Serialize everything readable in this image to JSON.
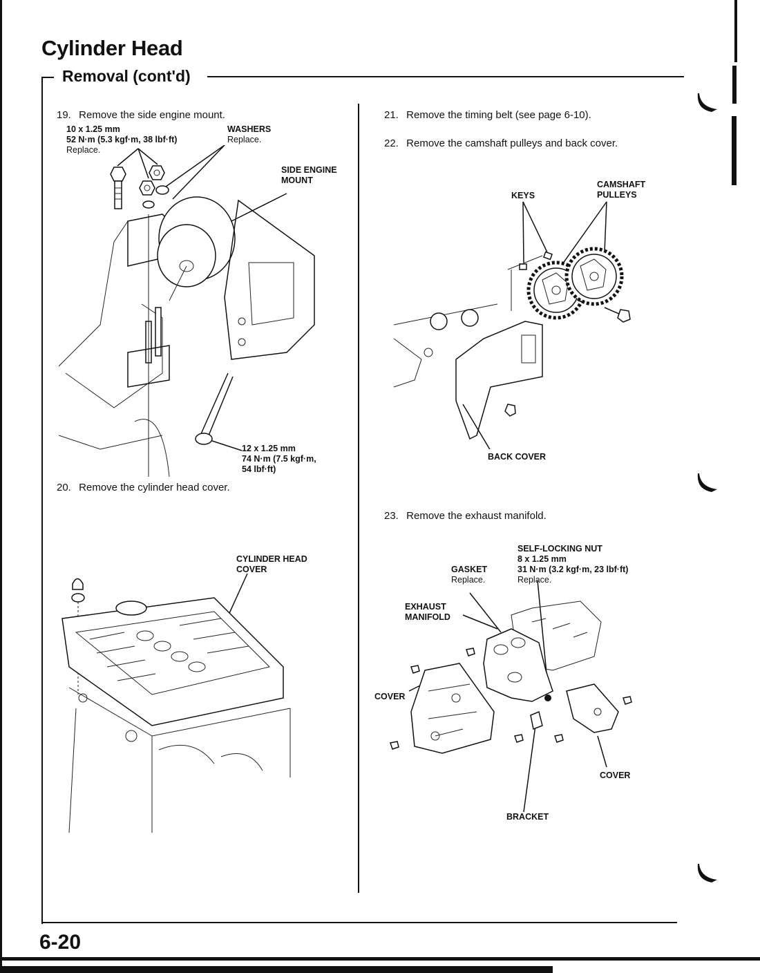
{
  "header": {
    "title": "Cylinder Head",
    "subtitle": "Removal (cont'd)"
  },
  "left_column": {
    "steps": [
      {
        "number": "19.",
        "text": "Remove the side engine mount."
      },
      {
        "number": "20.",
        "text": "Remove the cylinder head cover."
      }
    ],
    "figure_19": {
      "labels": {
        "bolt_spec_line1": "10 x 1.25 mm",
        "bolt_spec_line2": "52 N·m (5.3 kgf·m, 38 lbf·ft)",
        "bolt_spec_note": "Replace.",
        "washers_title": "WASHERS",
        "washers_note": "Replace.",
        "mount_line1": "SIDE ENGINE",
        "mount_line2": "MOUNT",
        "through_bolt_line1": "12 x 1.25 mm",
        "through_bolt_line2": "74 N·m (7.5 kgf·m,",
        "through_bolt_line3": "54 lbf·ft)"
      }
    },
    "figure_20": {
      "labels": {
        "cover_line1": "CYLINDER HEAD",
        "cover_line2": "COVER"
      }
    }
  },
  "right_column": {
    "steps": [
      {
        "number": "21.",
        "text": "Remove the timing belt (see page 6-10)."
      },
      {
        "number": "22.",
        "text": "Remove the camshaft pulleys and back cover."
      },
      {
        "number": "23.",
        "text": "Remove the exhaust manifold."
      }
    ],
    "figure_22": {
      "labels": {
        "keys": "KEYS",
        "pulleys_line1": "CAMSHAFT",
        "pulleys_line2": "PULLEYS",
        "back_cover": "BACK COVER"
      }
    },
    "figure_23": {
      "labels": {
        "nut_title": "SELF-LOCKING NUT",
        "nut_spec_line1": "8 x 1.25 mm",
        "nut_spec_line2": "31 N·m (3.2 kgf·m, 23 lbf·ft)",
        "nut_note": "Replace.",
        "gasket_title": "GASKET",
        "gasket_note": "Replace.",
        "manifold_line1": "EXHAUST",
        "manifold_line2": "MANIFOLD",
        "cover_left": "COVER",
        "cover_right": "COVER",
        "bracket": "BRACKET"
      }
    }
  },
  "footer": {
    "page_number": "6-20"
  }
}
